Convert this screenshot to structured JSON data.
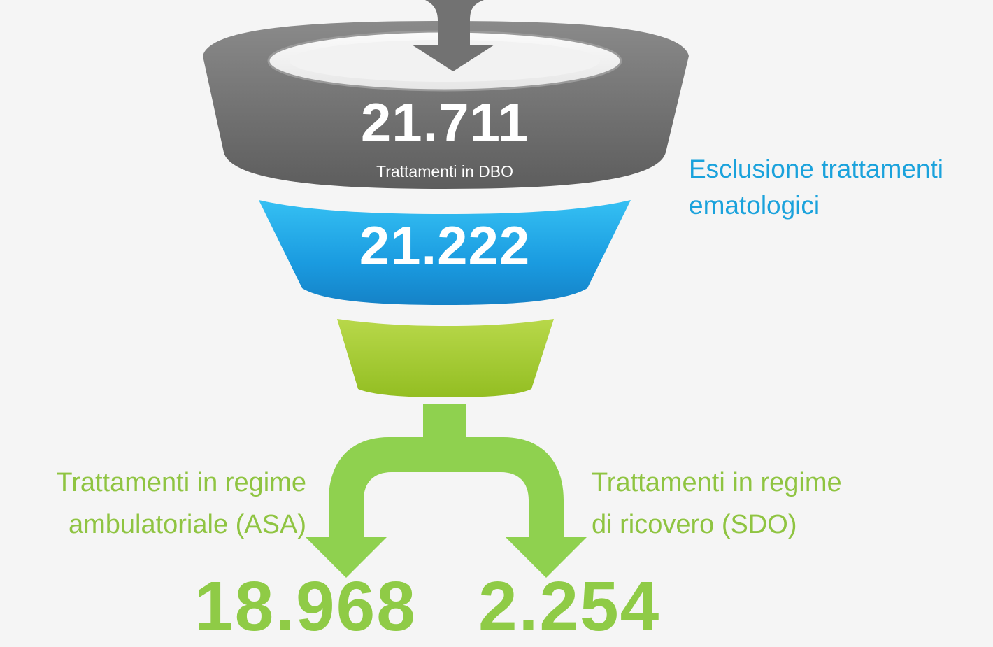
{
  "funnel": {
    "top": {
      "value": "21.711",
      "label": "Trattamenti in DBO"
    },
    "middle": {
      "value": "21.222"
    }
  },
  "exclusion_note": [
    "Esclusione trattamenti",
    "ematologici"
  ],
  "branches": {
    "left": {
      "label": [
        "Trattamenti in regime",
        "ambulatoriale (ASA)"
      ],
      "value": "18.968"
    },
    "right": {
      "label": [
        "Trattamenti in regime",
        "di ricovero (SDO)"
      ],
      "value": "2.254"
    }
  },
  "colors": {
    "top_band": "#707070",
    "middle_band": "#1ba0e0",
    "bottom_band": "#9bc42d",
    "arrows": "#8fd14f",
    "exclusion_text": "#1aa2dc",
    "branch_text": "#8fc441"
  }
}
